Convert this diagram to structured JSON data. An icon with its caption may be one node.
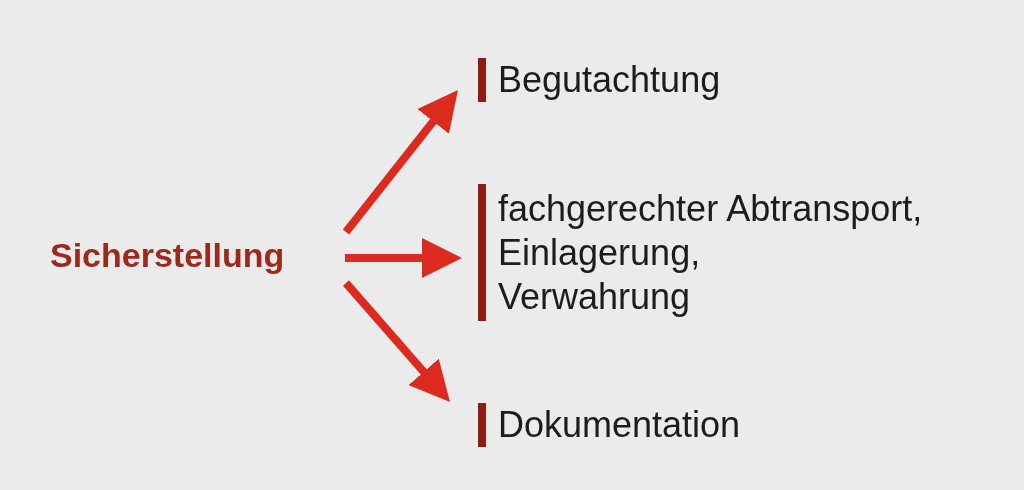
{
  "diagram": {
    "nodes": [
      {
        "text": [
          "Sicherstellung"
        ]
      },
      {
        "text": [
          "Begutachtung"
        ]
      },
      {
        "text": [
          "fachgerechter Abtransport,",
          "Einlagerung,",
          "Verwahrung"
        ]
      },
      {
        "text": [
          "Dokumentation"
        ]
      }
    ],
    "edges": [
      {
        "from": 0,
        "to": 1,
        "arrow": "to"
      },
      {
        "from": 0,
        "to": 2,
        "arrow": "to"
      },
      {
        "from": 0,
        "to": 3,
        "arrow": "to"
      }
    ]
  }
}
